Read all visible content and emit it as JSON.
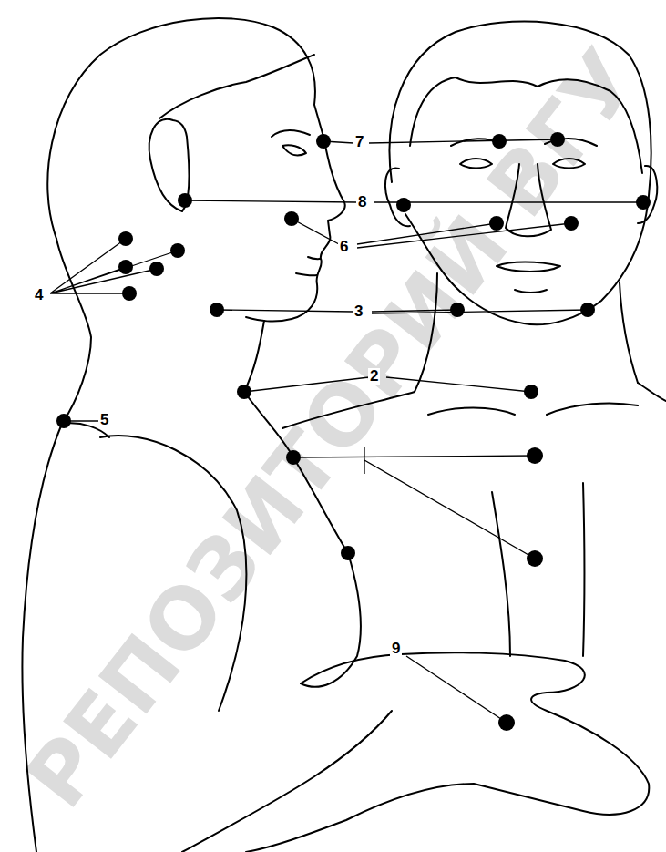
{
  "diagram": {
    "labels": [
      "7",
      "8",
      "6",
      "4",
      "3",
      "2",
      "5",
      "9",
      "РЕПОЗИТОРИЙ ВГУ"
    ]
  }
}
